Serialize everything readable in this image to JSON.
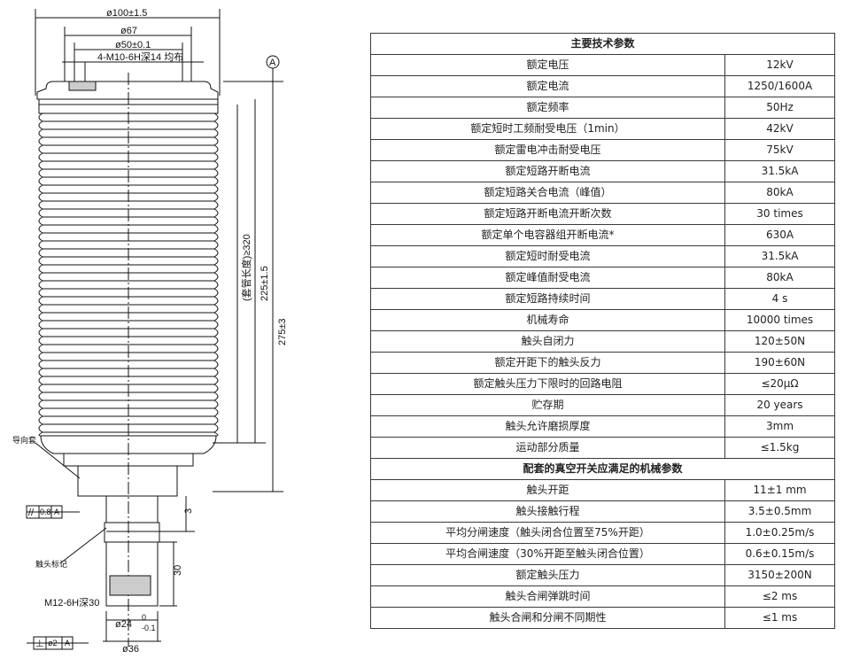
{
  "drawing": {
    "dim_top_1": "ø100±1.5",
    "dim_top_2": "ø67",
    "dim_top_3": "ø50±0.1",
    "dim_thread_top": "4-M10-6H深14 均布",
    "datum_label": "A",
    "dim_body_len": "(套管长度)≥320",
    "dim_225": "225±1.5",
    "dim_275": "275±3",
    "dim_3": "3",
    "dim_30": "30",
    "dim_thread_bottom": "M12-6H深30",
    "dim_d24": "ø24",
    "dim_d24_tol_upper": "0",
    "dim_d24_tol_lower": "-0.1",
    "dim_d36": "ø36",
    "label_left_1": "导向套",
    "label_left_2": "触头标记",
    "parallel_symbol": "//",
    "parallel_value": "0.8",
    "parallel_datum": "A",
    "perp_symbol": "⊥",
    "perp_value": "ø2",
    "perp_datum": "A"
  },
  "table": {
    "rows": [
      {
        "type": "section",
        "label": "主要技术参数"
      },
      {
        "label": "额定电压",
        "value": "12kV"
      },
      {
        "label": "额定电流",
        "value": "1250/1600A"
      },
      {
        "label": "额定频率",
        "value": "50Hz"
      },
      {
        "label": "额定短时工频耐受电压（1min）",
        "value": "42kV"
      },
      {
        "label": "额定雷电冲击耐受电压",
        "value": "75kV"
      },
      {
        "label": "额定短路开断电流",
        "value": "31.5kA"
      },
      {
        "label": "额定短路关合电流（峰值）",
        "value": "80kA"
      },
      {
        "label": "额定短路开断电流开断次数",
        "value": "30 times"
      },
      {
        "label": "额定单个电容器组开断电流*",
        "value": "630A"
      },
      {
        "label": "额定短时耐受电流",
        "value": "31.5kA"
      },
      {
        "label": "额定峰值耐受电流",
        "value": "80kA"
      },
      {
        "label": "额定短路持续时间",
        "value": "4 s"
      },
      {
        "label": "机械寿命",
        "value": "10000 times"
      },
      {
        "label": "触头自闭力",
        "value": "120±50N"
      },
      {
        "label": "额定开距下的触头反力",
        "value": "190±60N"
      },
      {
        "label": "额定触头压力下限时的回路电阻",
        "value": "≤20μΩ"
      },
      {
        "label": "贮存期",
        "value": "20 years"
      },
      {
        "label": "触头允许磨损厚度",
        "value": "3mm"
      },
      {
        "label": "运动部分质量",
        "value": "≤1.5kg"
      },
      {
        "type": "section",
        "label": "配套的真空开关应满足的机械参数"
      },
      {
        "label": "触头开距",
        "value": "11±1 mm"
      },
      {
        "label": "触头接触行程",
        "value": "3.5±0.5mm"
      },
      {
        "label": "平均分闸速度（触头闭合位置至75%开距）",
        "value": "1.0±0.25m/s"
      },
      {
        "label": "平均合闸速度（30%开距至触头闭合位置）",
        "value": "0.6±0.15m/s"
      },
      {
        "label": "额定触头压力",
        "value": "3150±200N"
      },
      {
        "label": "触头合闸弹跳时间",
        "value": "≤2 ms"
      },
      {
        "label": "触头合闸和分闸不同期性",
        "value": "≤1 ms"
      }
    ]
  }
}
